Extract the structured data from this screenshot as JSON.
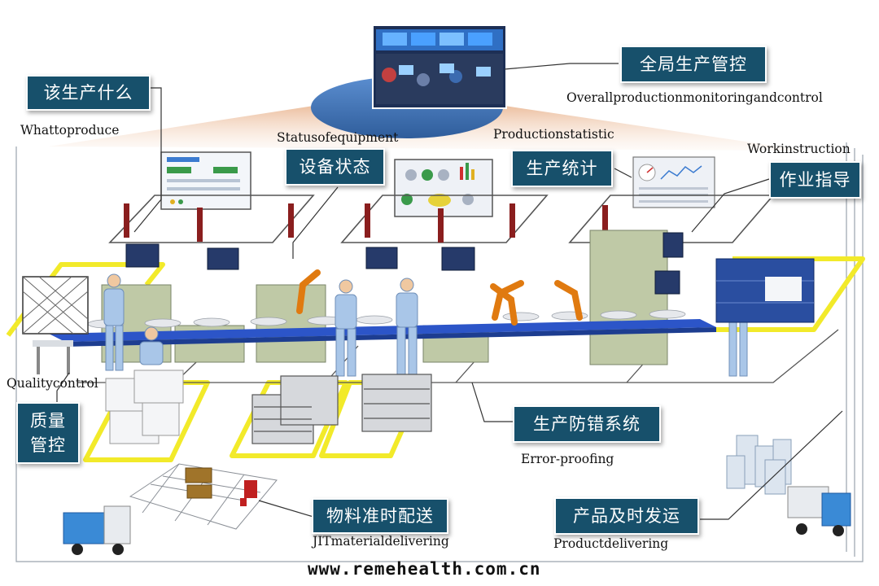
{
  "labels": {
    "what_to_produce": {
      "zh": "该生产什么",
      "en": "Whattoproduce"
    },
    "overall_control": {
      "zh": "全局生产管控",
      "en": "Overallproductionmonitoringandcontrol"
    },
    "equipment_status": {
      "zh": "设备状态",
      "en": "Statusofequipment"
    },
    "production_statistic": {
      "zh": "生产统计",
      "en": "Productionstatistic"
    },
    "work_instruction": {
      "zh": "作业指导",
      "en": "Workinstruction"
    },
    "quality_control": {
      "zh": "质量管控",
      "en": "Qualitycontrol"
    },
    "error_proofing": {
      "zh": "生产防错系统",
      "en": "Error-proofing"
    },
    "jit_delivery": {
      "zh": "物料准时配送",
      "en": "JITmaterialdelivering"
    },
    "product_delivery": {
      "zh": "产品及时发运",
      "en": "Productdelivering"
    }
  },
  "watermark": "www.remehealth.com.cn",
  "colors": {
    "label_bg": "#17506b",
    "floor_line": "#f2ea2a",
    "conveyor": "#2c55c8",
    "worker": "#a9c6e8",
    "robot": "#e07a10",
    "platform": "#3f6fb0"
  }
}
